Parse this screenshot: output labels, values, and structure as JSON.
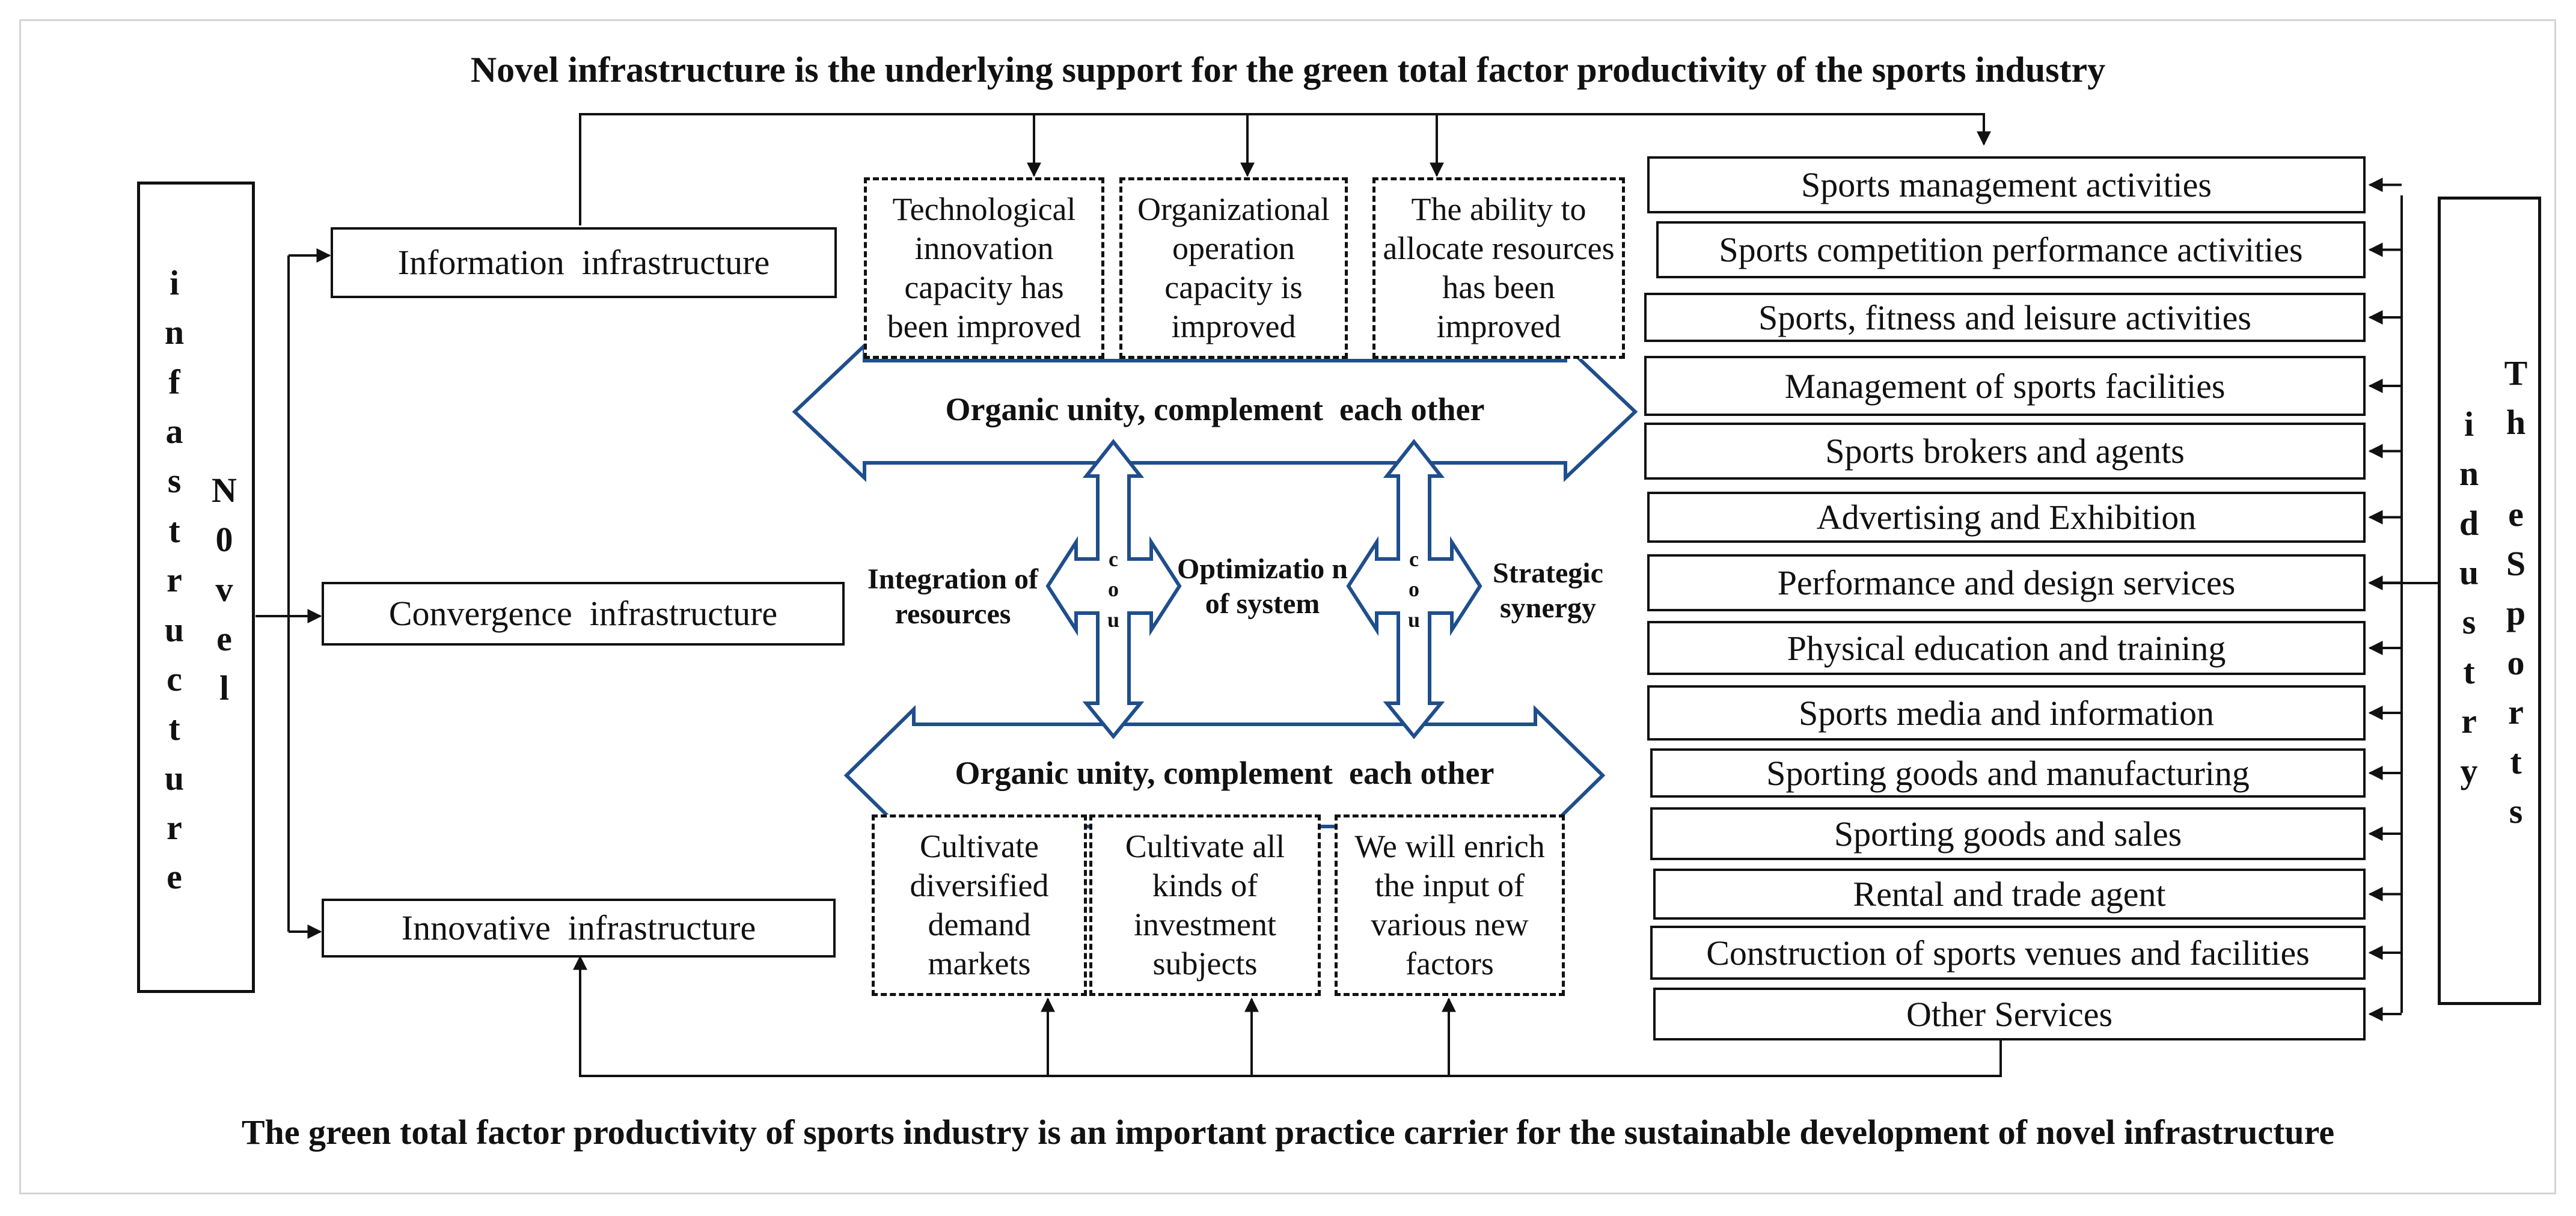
{
  "top_title": "Novel infrastructure is the underlying support for the green total factor productivity of the sports industry",
  "bottom_title": "The green total factor productivity of sports industry is an important practice carrier for the sustainable development of novel infrastructure",
  "left_vertical": {
    "col1": [
      "i",
      "n",
      "f",
      "a",
      "s",
      "t",
      "r",
      "u",
      "c",
      "t",
      "u",
      "r",
      "e"
    ],
    "col2": [
      "N",
      "0",
      "v",
      "e",
      "l"
    ]
  },
  "right_vertical": {
    "col1": [
      "i",
      "n",
      "d",
      "u",
      "s",
      "t",
      "r",
      "y"
    ],
    "col2": [
      "T",
      "h",
      "e",
      "S",
      "p",
      "o",
      "r",
      "t",
      "s"
    ]
  },
  "infrastructure": [
    "Information  infrastructure",
    "Convergence  infrastructure",
    "Innovative  infrastructure"
  ],
  "top_capacities": [
    "Technological innovation capacity has been improved",
    "Organizational operation capacity is improved",
    "The ability to allocate resources has been improved"
  ],
  "bottom_actions": [
    "Cultivate diversified demand markets",
    "Cultivate all kinds of investment subjects",
    "We will enrich the input of various new factors"
  ],
  "arrow_labels": {
    "top": "Organic unity, complement  each other",
    "bottom": "Organic unity, complement  each other"
  },
  "middle": {
    "left": "Integration of resources",
    "center": "Optimizatio n of system",
    "right": "Strategic synergy",
    "couple_left": [
      "c",
      "o",
      "u"
    ],
    "couple_right": [
      "c",
      "o",
      "u"
    ]
  },
  "sports_activities": [
    "Sports management  activities",
    "Sports competition performance activities",
    "Sports, fitness and leisure activities",
    "Management  of sports facilities",
    "Sports brokers and agents",
    "Advertising and Exhibition",
    "Performance and design services",
    "Physical education and training",
    "Sports media and information",
    "Sporting goods and manufacturing",
    "Sporting goods and sales",
    "Rental and trade agent",
    "Construction of sports venues and facilities",
    "Other Services"
  ],
  "colors": {
    "arrow_blue": "#1f4e8c",
    "line": "#111111"
  }
}
